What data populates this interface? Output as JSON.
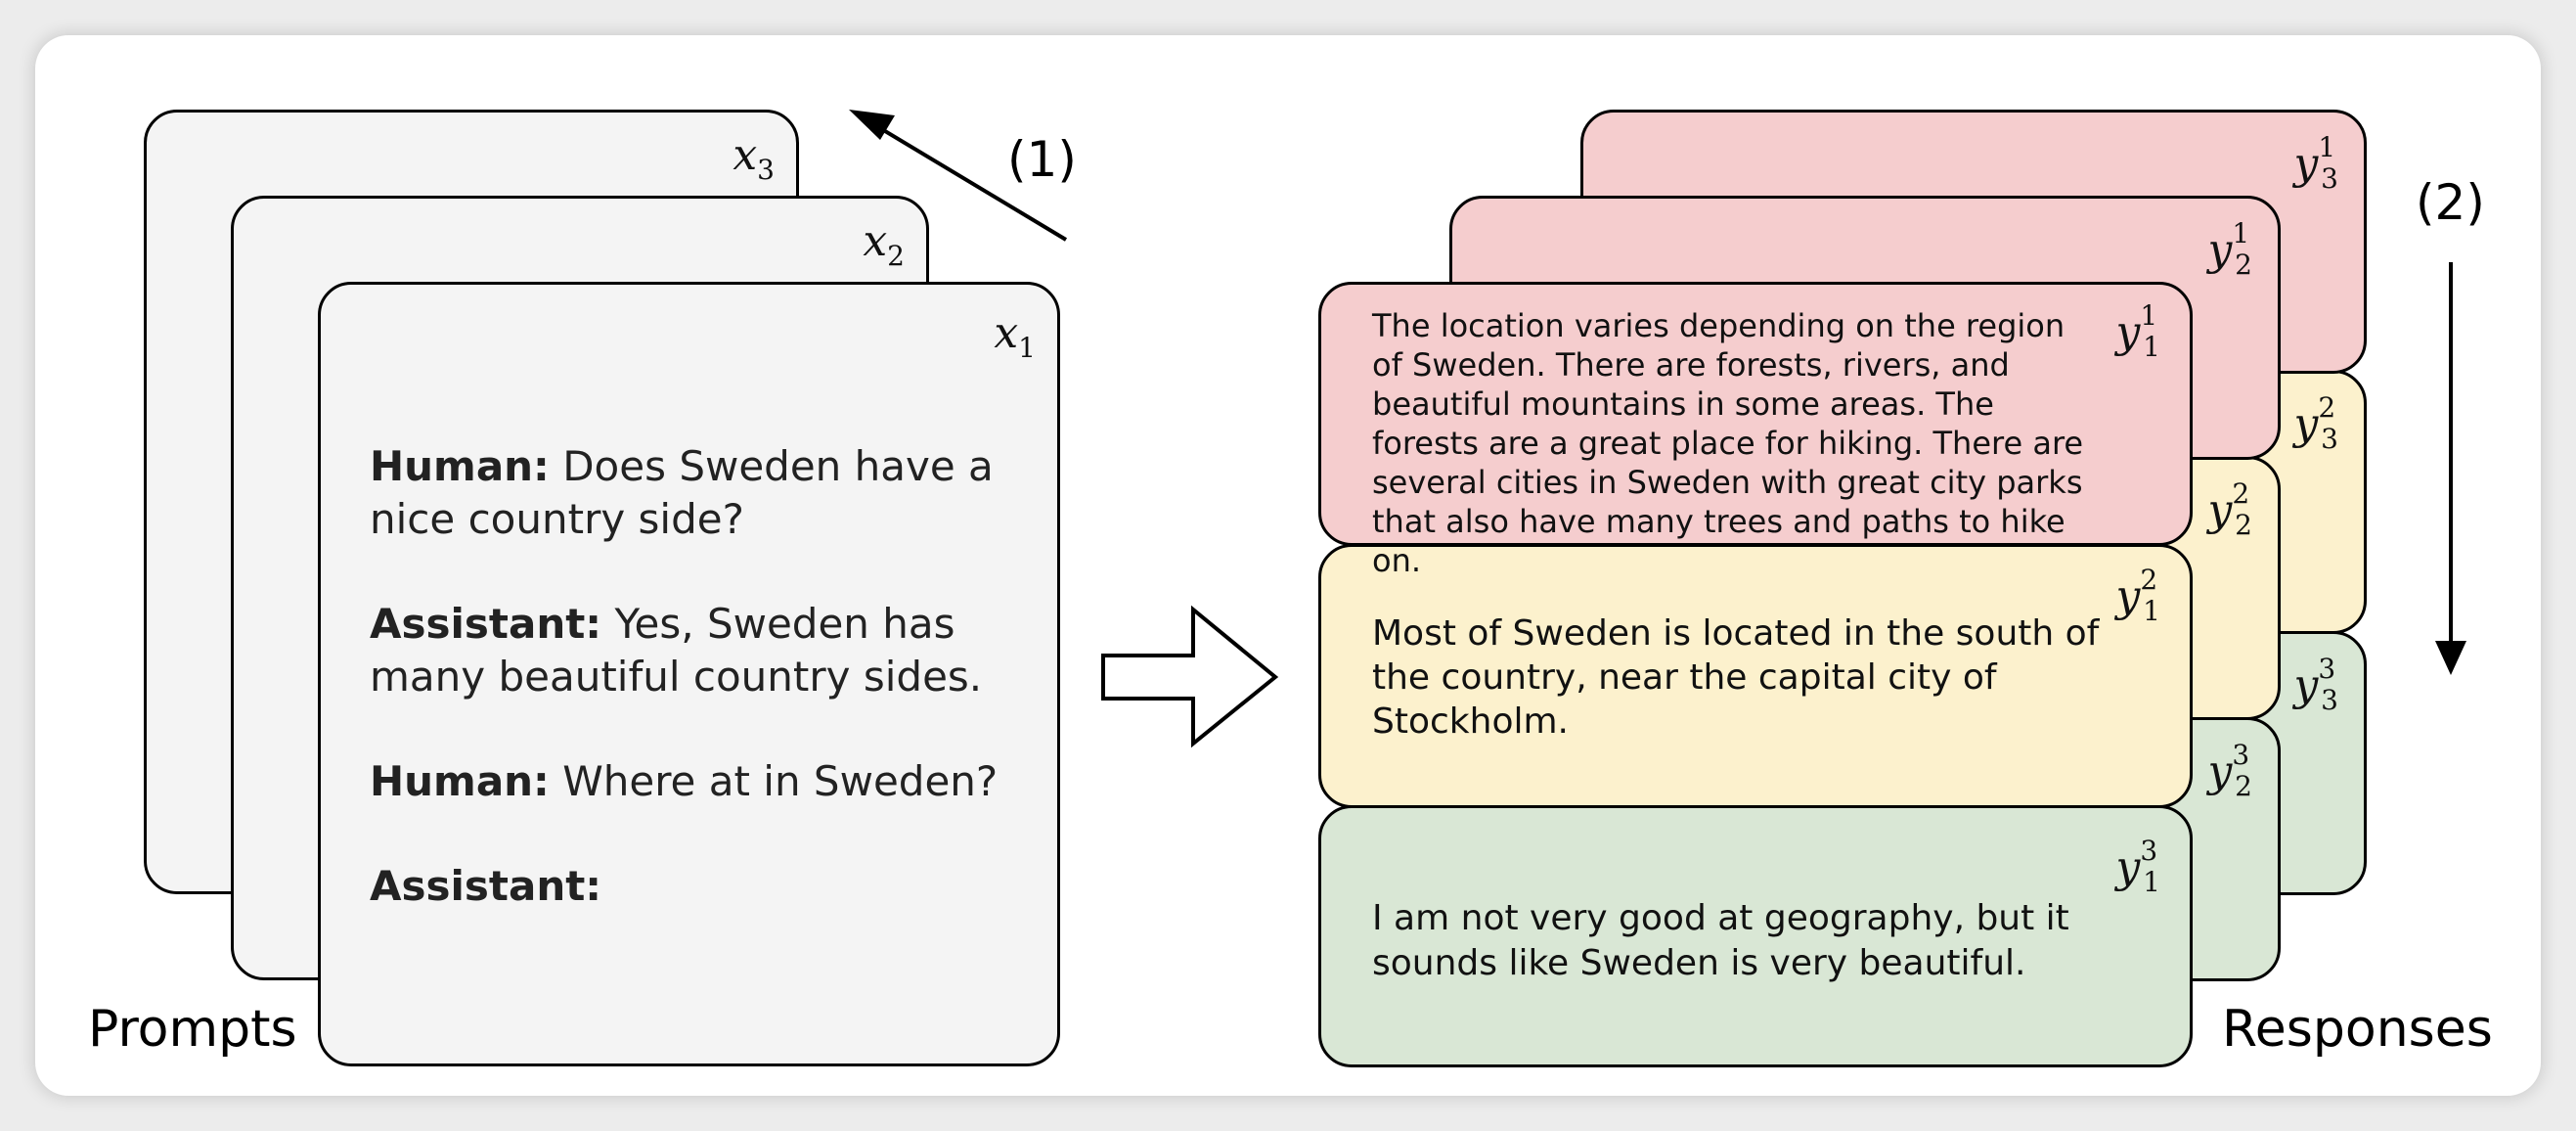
{
  "labels": {
    "prompts": "Prompts",
    "responses": "Responses",
    "step1": "(1)",
    "step2": "(2)"
  },
  "prompt_symbols": {
    "x1": {
      "base": "x",
      "sub": "1"
    },
    "x2": {
      "base": "x",
      "sub": "2"
    },
    "x3": {
      "base": "x",
      "sub": "3"
    }
  },
  "dialog": [
    {
      "speaker": "Human:",
      "text": " Does Sweden have a nice country side?"
    },
    {
      "speaker": "Assistant:",
      "text": " Yes, Sweden has many beautiful country sides."
    },
    {
      "speaker": "Human:",
      "text": " Where at in Sweden?"
    },
    {
      "speaker": "Assistant:",
      "text": ""
    }
  ],
  "response_symbols": {
    "y31": {
      "base": "y",
      "sub": "3",
      "sup": "1"
    },
    "y21": {
      "base": "y",
      "sub": "2",
      "sup": "1"
    },
    "y11": {
      "base": "y",
      "sub": "1",
      "sup": "1"
    },
    "y32": {
      "base": "y",
      "sub": "3",
      "sup": "2"
    },
    "y22": {
      "base": "y",
      "sub": "2",
      "sup": "2"
    },
    "y12": {
      "base": "y",
      "sub": "1",
      "sup": "2"
    },
    "y33": {
      "base": "y",
      "sub": "3",
      "sup": "3"
    },
    "y23": {
      "base": "y",
      "sub": "2",
      "sup": "3"
    },
    "y13": {
      "base": "y",
      "sub": "1",
      "sup": "3"
    }
  },
  "responses": {
    "red": "The location varies depending on the region of Sweden. There are forests, rivers, and beautiful mountains in some areas. The forests are a great place for hiking. There are several cities in Sweden with great city parks that also have many trees and paths to hike on.",
    "yellow": "Most of Sweden is located in the south of the country, near the capital city of Stockholm.",
    "green": "I am not very good at geography, but it sounds like Sweden is very beautiful."
  },
  "colors": {
    "prompt_card": "#f4f4f4",
    "response_red": "#f5cdce",
    "response_yellow": "#fcf1cd",
    "response_green": "#d9e7d5"
  }
}
